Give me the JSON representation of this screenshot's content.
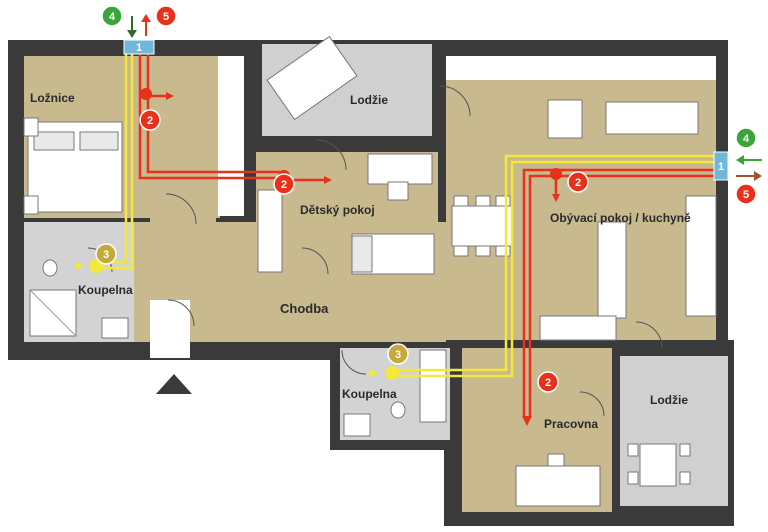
{
  "rooms": {
    "loznice": "Ložnice",
    "lodzie_top": "Lodžie",
    "detsky_pokoj": "Dětský pokoj",
    "obyvaci": "Obývací pokoj / kuchyně",
    "koupelna_left": "Koupelna",
    "chodba": "Chodba",
    "koupelna_mid": "Koupelna",
    "pracovna": "Pracovna",
    "lodzie_right": "Lodžie"
  },
  "markers": {
    "unit": "1",
    "diffuser_exhaust": "2",
    "diffuser_supply": "3",
    "fresh_air": "4",
    "exhaust_air": "5"
  },
  "colors": {
    "wall": "#3a3a3a",
    "floor": "#c9b98f",
    "bathroom_floor": "#d3d3d3",
    "lodzie_floor": "#cfcfcf",
    "duct_red": "#e8311b",
    "duct_yellow": "#f4e83c",
    "unit_blue": "#6fb8d9",
    "green": "#3aa63a"
  }
}
